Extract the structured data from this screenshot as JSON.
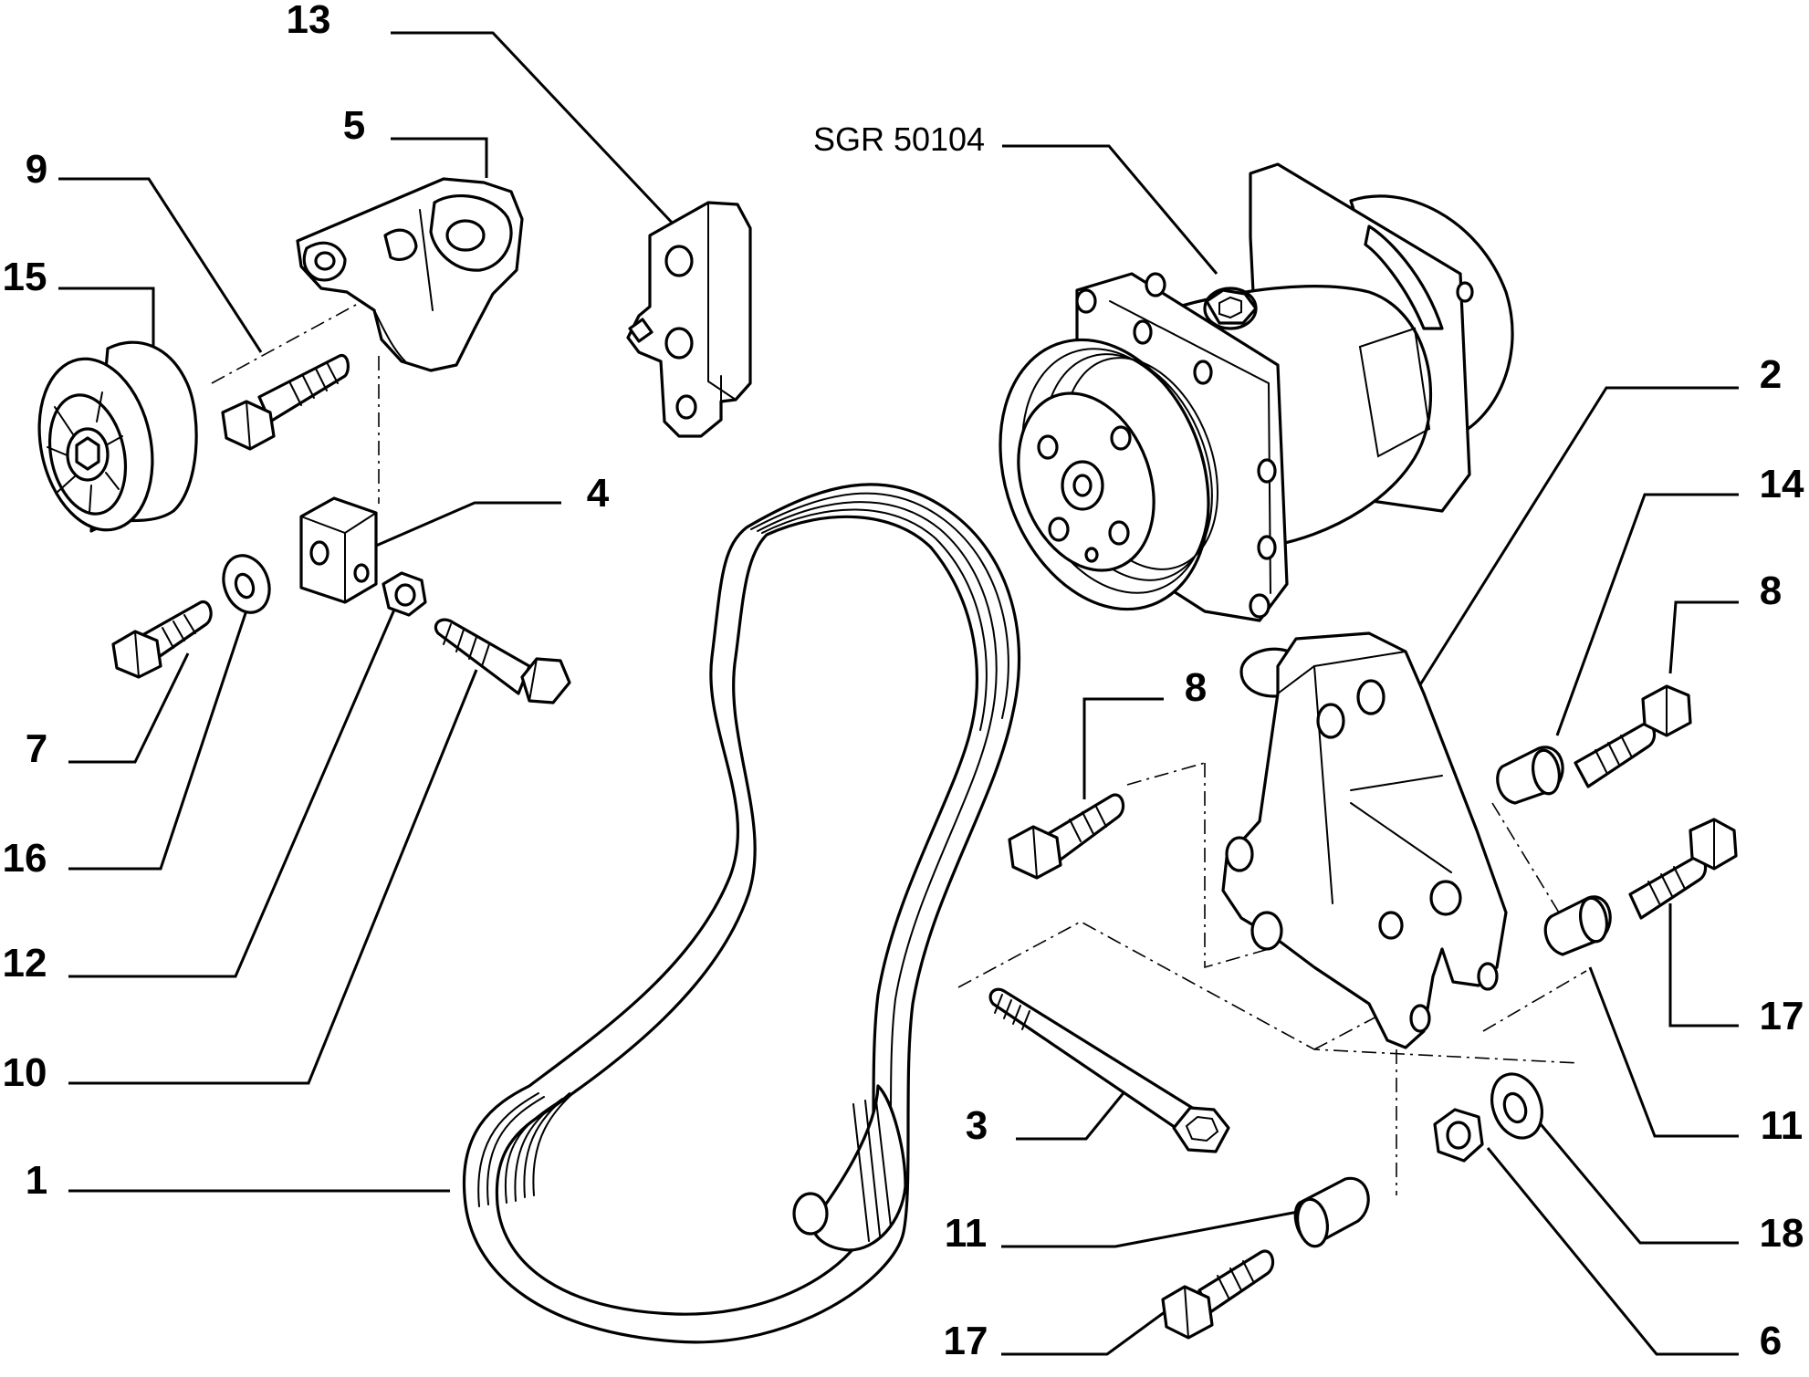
{
  "diagram": {
    "reference_code": "SGR 50104",
    "callouts": [
      {
        "id": "c13",
        "text": "13"
      },
      {
        "id": "c5",
        "text": "5"
      },
      {
        "id": "c9",
        "text": "9"
      },
      {
        "id": "c15",
        "text": "15"
      },
      {
        "id": "c4",
        "text": "4"
      },
      {
        "id": "c7",
        "text": "7"
      },
      {
        "id": "c16",
        "text": "16"
      },
      {
        "id": "c12",
        "text": "12"
      },
      {
        "id": "c10",
        "text": "10"
      },
      {
        "id": "c1",
        "text": "1"
      },
      {
        "id": "c2",
        "text": "2"
      },
      {
        "id": "c14",
        "text": "14"
      },
      {
        "id": "c8a",
        "text": "8"
      },
      {
        "id": "c8b",
        "text": "8"
      },
      {
        "id": "c17a",
        "text": "17"
      },
      {
        "id": "c11a",
        "text": "11"
      },
      {
        "id": "c3",
        "text": "3"
      },
      {
        "id": "c18",
        "text": "18"
      },
      {
        "id": "c11b",
        "text": "11"
      },
      {
        "id": "c17b",
        "text": "17"
      },
      {
        "id": "c6",
        "text": "6"
      }
    ]
  }
}
